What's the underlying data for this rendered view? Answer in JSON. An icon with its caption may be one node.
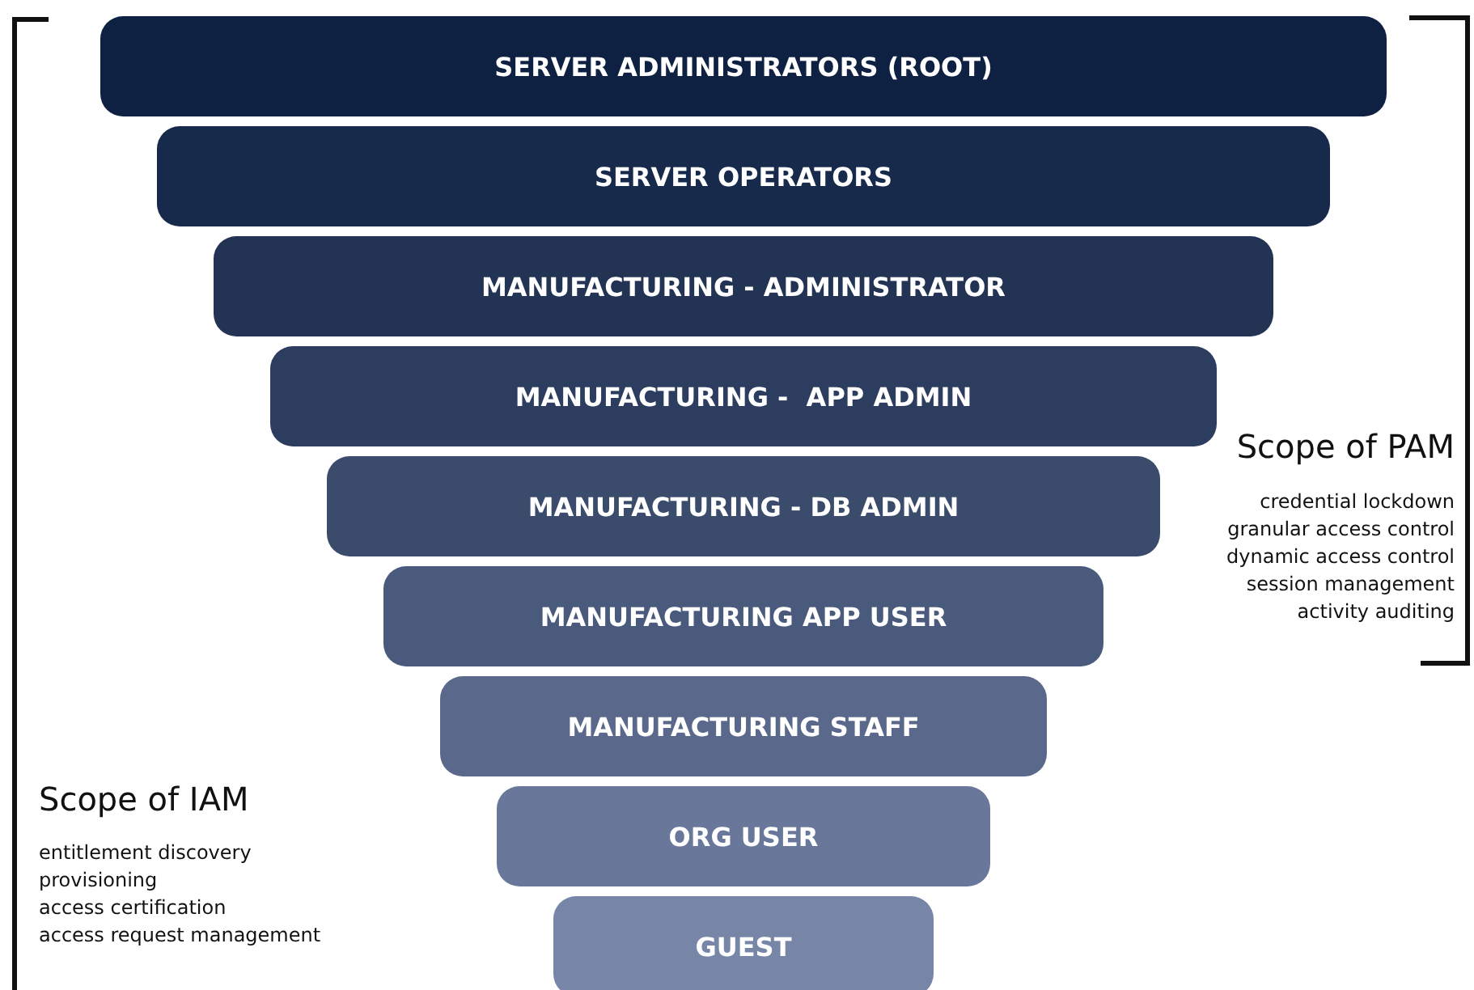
{
  "diagram": {
    "nodes": [
      {
        "text": [
          "SERVER ADMINISTRATORS (ROOT)"
        ]
      },
      {
        "text": [
          "SERVER OPERATORS"
        ]
      },
      {
        "text": [
          "MANUFACTURING - ADMINISTRATOR"
        ]
      },
      {
        "text": [
          "MANUFACTURING -  APP ADMIN"
        ]
      },
      {
        "text": [
          "MANUFACTURING - DB ADMIN"
        ]
      },
      {
        "text": [
          "MANUFACTURING APP USER"
        ]
      },
      {
        "text": [
          "MANUFACTURING STAFF"
        ]
      },
      {
        "text": [
          "ORG USER"
        ]
      },
      {
        "text": [
          "GUEST"
        ]
      }
    ],
    "labels": [
      "Scope of PAM",
      "credential lockdown",
      "granular access control",
      "dynamic access control",
      "session management",
      "activity auditing",
      "Scope of IAM",
      "entitlement discovery",
      "provisioning",
      "access certification",
      "access request management"
    ]
  }
}
